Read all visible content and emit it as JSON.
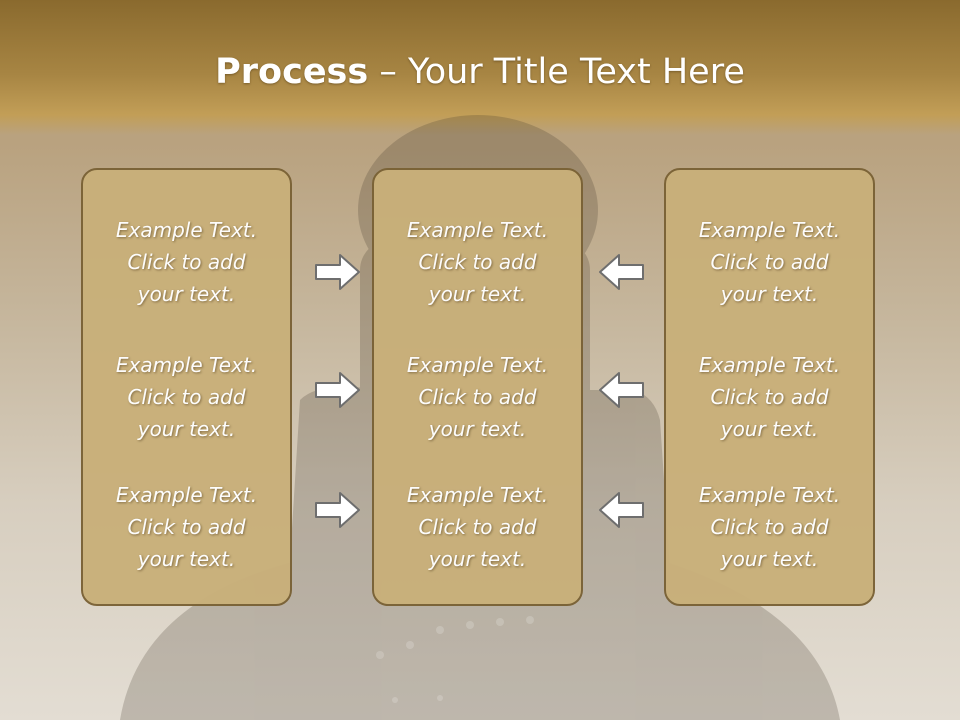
{
  "slide": {
    "title_bold": "Process",
    "title_rest": " – Your Title Text Here"
  },
  "columns": [
    {
      "items": [
        {
          "line1": "Example Text.",
          "line2": "Click  to add",
          "line3": "your text."
        },
        {
          "line1": "Example Text.",
          "line2": "Click  to add",
          "line3": "your text."
        },
        {
          "line1": "Example Text.",
          "line2": "Click  to add",
          "line3": "your text."
        }
      ]
    },
    {
      "items": [
        {
          "line1": "Example Text.",
          "line2": "Click  to add",
          "line3": "your text."
        },
        {
          "line1": "Example Text.",
          "line2": "Click  to add",
          "line3": "your text."
        },
        {
          "line1": "Example Text.",
          "line2": "Click  to add",
          "line3": "your text."
        }
      ]
    },
    {
      "items": [
        {
          "line1": "Example Text.",
          "line2": "Click  to add",
          "line3": "your text."
        },
        {
          "line1": "Example Text.",
          "line2": "Click  to add",
          "line3": "your text."
        },
        {
          "line1": "Example Text.",
          "line2": "Click  to add",
          "line3": "your text."
        }
      ]
    }
  ],
  "arrows": [
    {
      "icon": "arrow-right-icon"
    },
    {
      "icon": "arrow-right-icon"
    },
    {
      "icon": "arrow-right-icon"
    },
    {
      "icon": "arrow-left-icon"
    },
    {
      "icon": "arrow-left-icon"
    },
    {
      "icon": "arrow-left-icon"
    }
  ],
  "colors": {
    "box_fill": "#c9b07a",
    "box_border": "#7a6236",
    "header": "#a78543",
    "arrow_fill": "#ffffff",
    "arrow_stroke": "#6e6e6e"
  }
}
